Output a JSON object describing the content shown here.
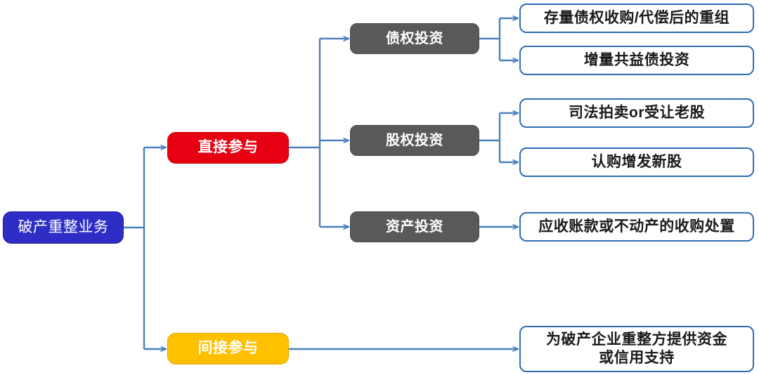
{
  "diagram": {
    "type": "tree-flowchart",
    "orientation": "left-to-right",
    "colors": {
      "root_fill": "#2E2EC6",
      "direct_fill": "#E60012",
      "indirect_fill": "#FFC000",
      "category_fill": "#595959",
      "leaf_border": "#2E6DB4",
      "connector": "#4A80BE",
      "leaf_text": "#1A1A1A",
      "node_text": "#FFFFFF"
    },
    "root": {
      "label": "破产重整业务"
    },
    "branches": [
      {
        "label": "直接参与",
        "style": "red",
        "categories": [
          {
            "label": "债权投资",
            "leaves": [
              {
                "line1": "存量债权收购/代偿后的重组",
                "line2": ""
              },
              {
                "line1": "增量共益债投资",
                "line2": ""
              }
            ]
          },
          {
            "label": "股权投资",
            "leaves": [
              {
                "line1": "司法拍卖or受让老股",
                "line2": ""
              },
              {
                "line1": "认购增发新股",
                "line2": ""
              }
            ]
          },
          {
            "label": "资产投资",
            "leaves": [
              {
                "line1": "应收账款或不动产的收购处置",
                "line2": ""
              }
            ]
          }
        ]
      },
      {
        "label": "间接参与",
        "style": "amber",
        "categories": [],
        "leaves": [
          {
            "line1": "为破产企业重整方提供资金",
            "line2": "或信用支持"
          }
        ]
      }
    ]
  }
}
